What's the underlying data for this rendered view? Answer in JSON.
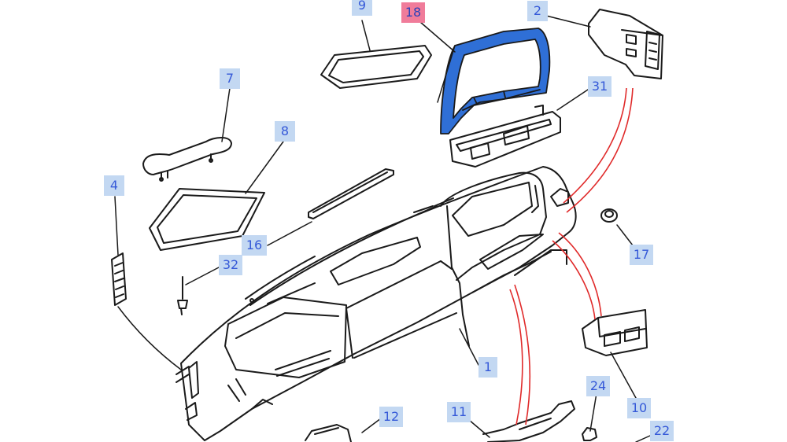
{
  "diagram": {
    "callouts": [
      {
        "id": "c9",
        "text": "9"
      },
      {
        "id": "c18",
        "text": "18",
        "highlighted": true
      },
      {
        "id": "c2",
        "text": "2"
      },
      {
        "id": "c7",
        "text": "7"
      },
      {
        "id": "c31",
        "text": "31"
      },
      {
        "id": "c8",
        "text": "8"
      },
      {
        "id": "c4",
        "text": "4"
      },
      {
        "id": "c16",
        "text": "16"
      },
      {
        "id": "c17",
        "text": "17"
      },
      {
        "id": "c32",
        "text": "32"
      },
      {
        "id": "c1",
        "text": "1"
      },
      {
        "id": "c24",
        "text": "24"
      },
      {
        "id": "c10",
        "text": "10"
      },
      {
        "id": "c12",
        "text": "12"
      },
      {
        "id": "c11",
        "text": "11"
      },
      {
        "id": "c22",
        "text": "22"
      }
    ],
    "colors": {
      "line": "#1a1a1a",
      "callout_bg": "#c3d8f2",
      "callout_text": "#3559d8",
      "highlight_bg": "#f07c9a",
      "highlight_part": "#2f6fd6",
      "wire": "#e02a2a"
    }
  }
}
